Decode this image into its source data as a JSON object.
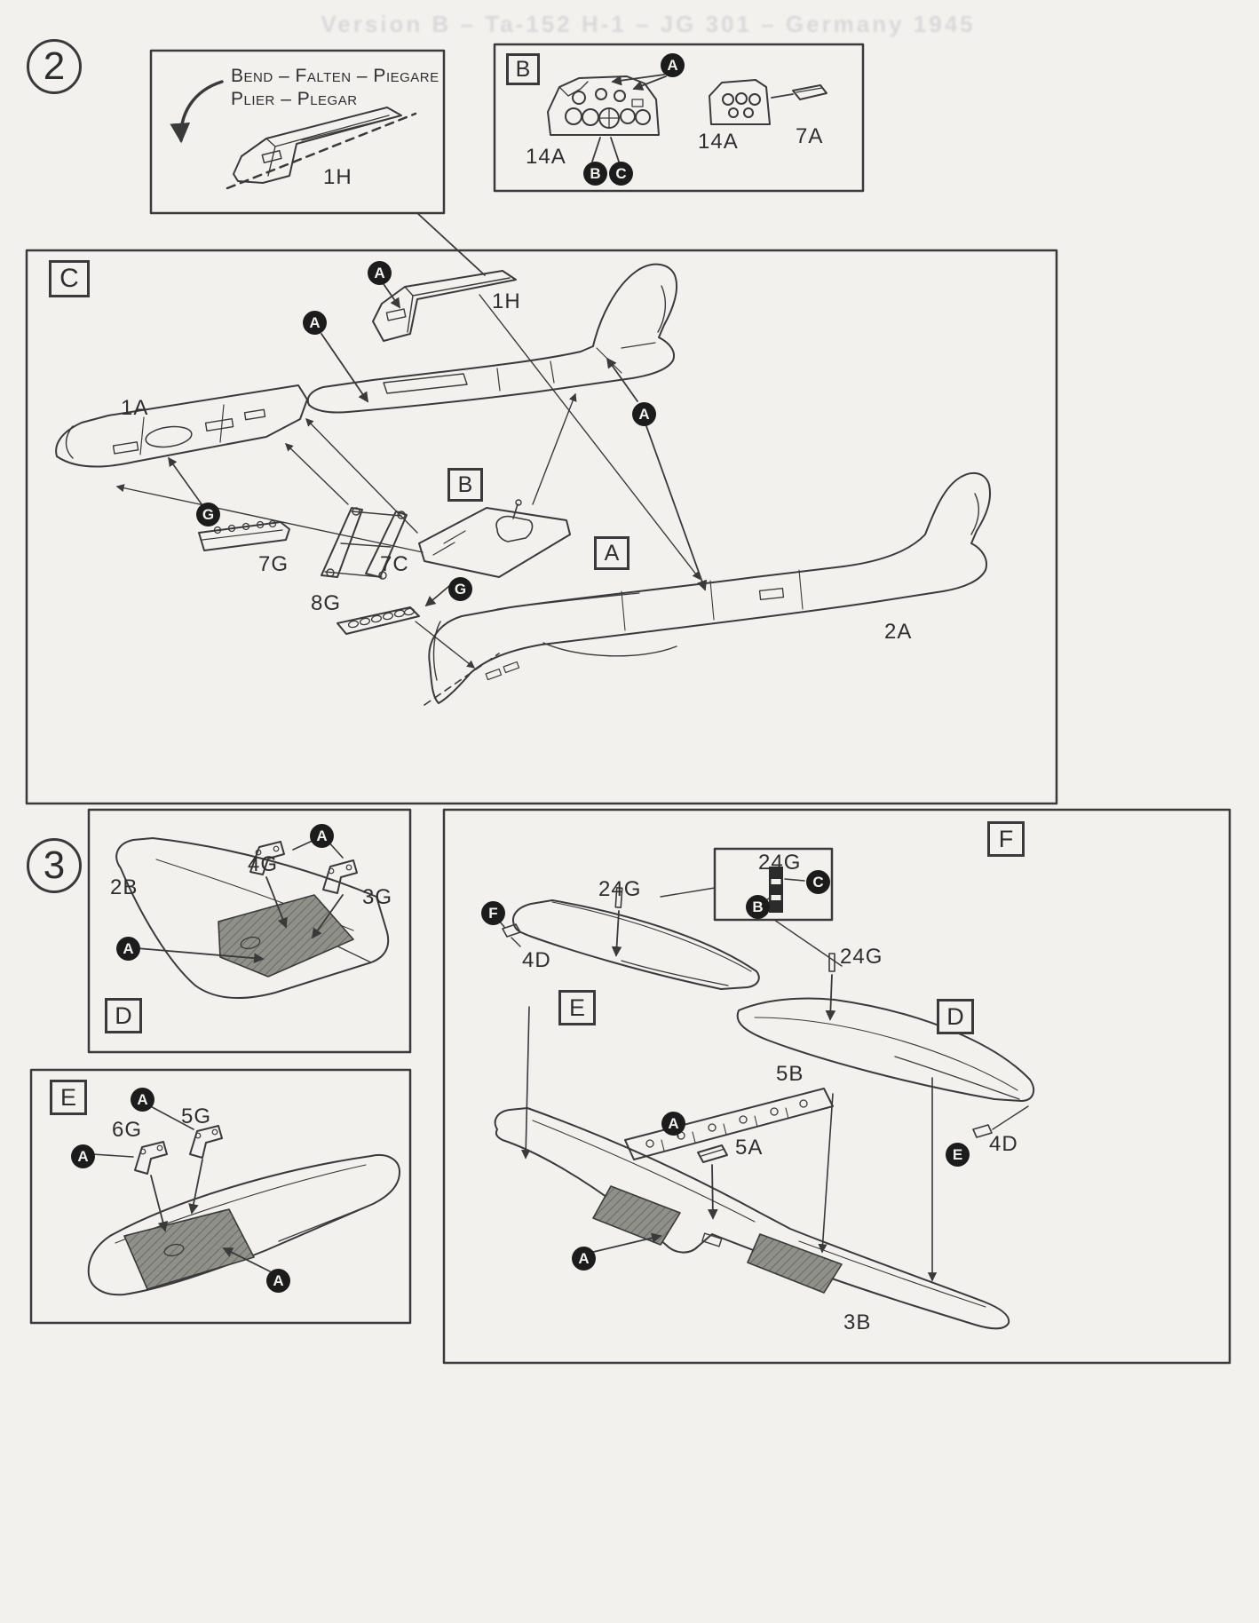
{
  "page": {
    "background": "#f2f1ed",
    "ink": "#3a3a3a",
    "bleedthrough_text": "Version B – Ta-152 H-1 – JG 301 – Germany 1945"
  },
  "step2": {
    "number": "2",
    "bend_inset": {
      "instruction_line1": "Bend – Falten – Piegare",
      "instruction_line2": "Plier – Plegar",
      "part_label": "1H"
    },
    "panel_b": {
      "letter": "B",
      "callout_a": "A",
      "callout_b": "B",
      "callout_c": "C",
      "left_panel_label": "14A",
      "right_panel_label": "14A",
      "small_part_label": "7A"
    },
    "panel_c": {
      "letter": "C",
      "callout_a": "A",
      "callout_g": "G",
      "inner_letter_b": "B",
      "inner_letter_a": "A",
      "labels": {
        "p1h": "1H",
        "p1a": "1A",
        "p7g": "7G",
        "p7c": "7C",
        "p8g": "8G",
        "p2a": "2A"
      }
    }
  },
  "step3": {
    "number": "3",
    "panel_d": {
      "letter": "D",
      "callout_a": "A",
      "labels": {
        "p2b": "2B",
        "p4g": "4G",
        "p3g": "3G"
      }
    },
    "panel_e": {
      "letter": "E",
      "callout_a": "A",
      "labels": {
        "p5g": "5G",
        "p6g": "6G"
      }
    },
    "panel_def": {
      "letter_f": "F",
      "letter_e": "E",
      "letter_d": "D",
      "callout_a": "A",
      "callout_b": "B",
      "callout_c": "C",
      "callout_e": "E",
      "callout_f": "F",
      "labels": {
        "p24g_inset": "24G",
        "p24g_left": "24G",
        "p24g_right": "24G",
        "p4d_left": "4D",
        "p4d_right": "4D",
        "p5b": "5B",
        "p5a": "5A",
        "p3b": "3B"
      }
    }
  }
}
